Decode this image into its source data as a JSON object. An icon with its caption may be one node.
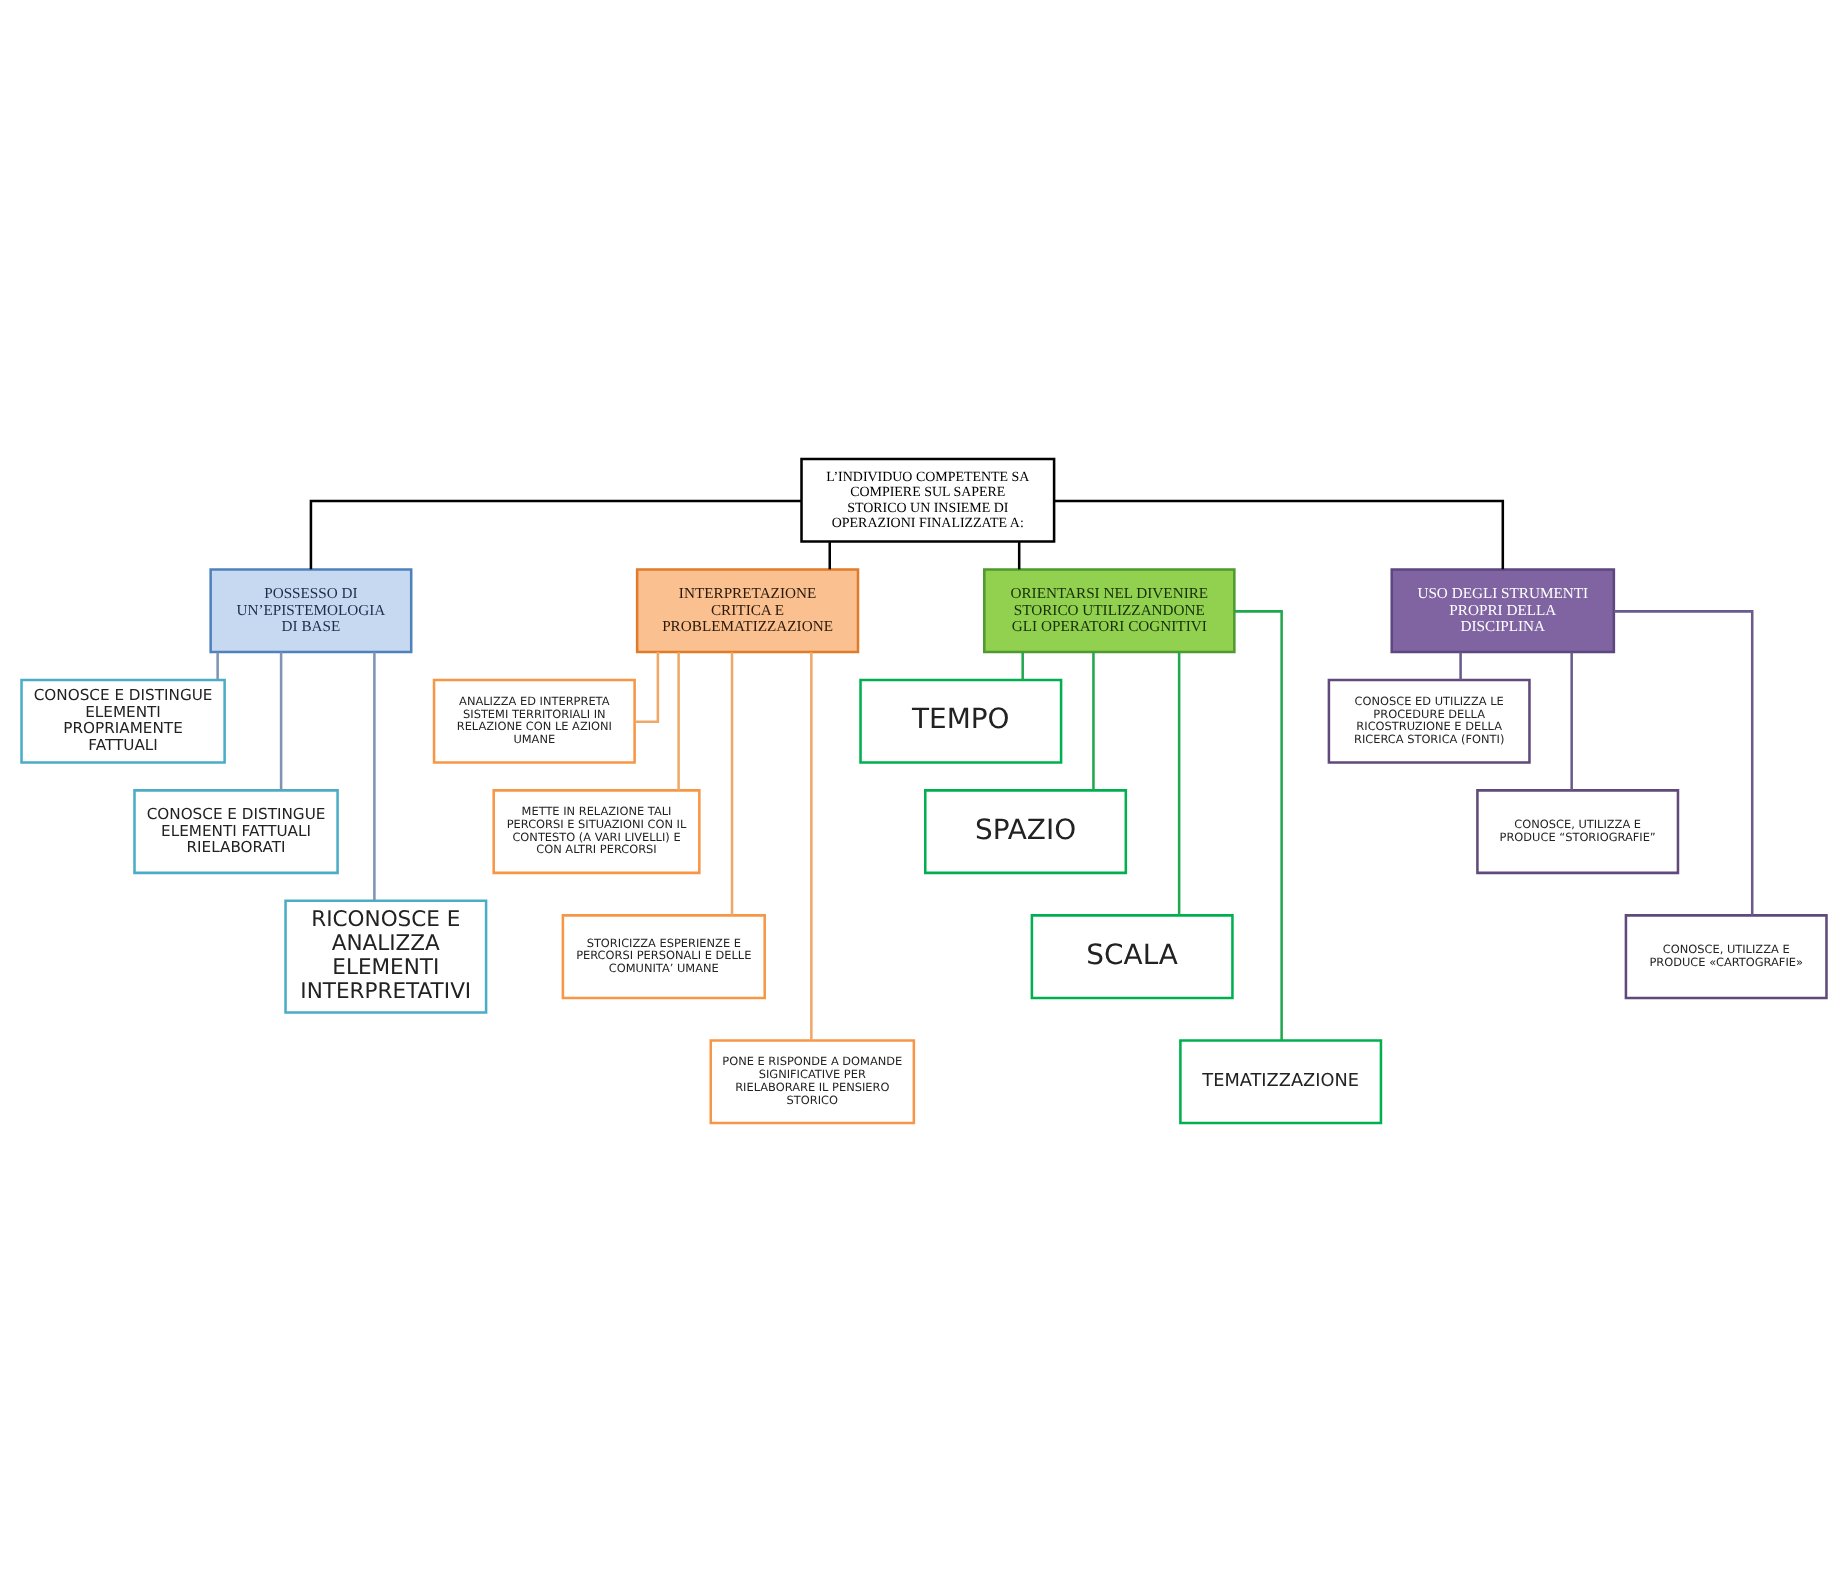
{
  "diagram": {
    "nodes": [
      {
        "text": [
          "L’INDIVIDUO COMPETENTE SA COMPIERE SUL SAPERE STORICO UN INSIEME DI OPERAZIONI FINALIZZATE A:"
        ]
      },
      {
        "text": [
          "POSSESSO DI UN’EPISTEMOLOGIA DI BASE"
        ]
      },
      {
        "text": [
          "INTERPRETAZIONE CRITICA E PROBLEMATIZZAZIONE"
        ]
      },
      {
        "text": [
          "ORIENTARSI NEL DIVENIRE STORICO UTILIZZANDONE GLI OPERATORI COGNITIVI"
        ]
      },
      {
        "text": [
          "USO DEGLI STRUMENTI PROPRI DELLA DISCIPLINA"
        ]
      },
      {
        "text": [
          "CONOSCE E DISTINGUE ELEMENTI PROPRIAMENTE FATTUALI"
        ]
      },
      {
        "text": [
          "CONOSCE E DISTINGUE ELEMENTI FATTUALI RIELABORATI"
        ]
      },
      {
        "text": [
          "RICONOSCE E ANALIZZA ELEMENTI INTERPRETATIVI"
        ]
      },
      {
        "text": [
          "ANALIZZA ED INTERPRETA SISTEMI TERRITORIALI IN RELAZIONE CON LE AZIONI UMANE"
        ]
      },
      {
        "text": [
          "METTE IN RELAZIONE TALI PERCORSI E SITUAZIONI CON IL CONTESTO (A VARI LIVELLI) E CON ALTRI PERCORSI"
        ]
      },
      {
        "text": [
          "STORICIZZA ESPERIENZE E PERCORSI PERSONALI E DELLE COMUNITA’ UMANE"
        ]
      },
      {
        "text": [
          "PONE E RISPONDE A DOMANDE SIGNIFICATIVE PER RIELABORARE IL PENSIERO STORICO"
        ]
      },
      {
        "text": [
          "TEMPO"
        ]
      },
      {
        "text": [
          "SPAZIO"
        ]
      },
      {
        "text": [
          "SCALA"
        ]
      },
      {
        "text": [
          "TEMATIZZAZIONE"
        ]
      },
      {
        "text": [
          "CONOSCE ED UTILIZZA LE PROCEDURE DELLA RICOSTRUZIONE E DELLA RICERCA STORICA (FONTI)"
        ]
      },
      {
        "text": [
          "CONOSCE, UTILIZZA E PRODUCE “STORIOGRAFIE”"
        ]
      },
      {
        "text": [
          "CONOSCE, UTILIZZA E PRODUCE «CARTOGRAFIE»"
        ]
      }
    ],
    "edges": [
      {
        "from": 0,
        "to": 1,
        "arrow": "none"
      },
      {
        "from": 0,
        "to": 2,
        "arrow": "none"
      },
      {
        "from": 0,
        "to": 3,
        "arrow": "none"
      },
      {
        "from": 0,
        "to": 4,
        "arrow": "none"
      },
      {
        "from": 1,
        "to": 5,
        "arrow": "none",
        "color": "#7f93b5"
      },
      {
        "from": 1,
        "to": 6,
        "arrow": "none",
        "color": "#7f93b5"
      },
      {
        "from": 1,
        "to": 7,
        "arrow": "none",
        "color": "#7f93b5"
      },
      {
        "from": 2,
        "to": 8,
        "arrow": "none",
        "color": "#f0a868"
      },
      {
        "from": 2,
        "to": 9,
        "arrow": "none",
        "color": "#f0a868"
      },
      {
        "from": 2,
        "to": 10,
        "arrow": "none",
        "color": "#f0a868"
      },
      {
        "from": 2,
        "to": 11,
        "arrow": "none",
        "color": "#f0a868"
      },
      {
        "from": 3,
        "to": 12,
        "arrow": "none",
        "color": "#21a84e"
      },
      {
        "from": 3,
        "to": 13,
        "arrow": "none",
        "color": "#21a84e"
      },
      {
        "from": 3,
        "to": 14,
        "arrow": "none",
        "color": "#21a84e"
      },
      {
        "from": 3,
        "to": 15,
        "arrow": "none",
        "color": "#21a84e"
      },
      {
        "from": 4,
        "to": 16,
        "arrow": "none",
        "color": "#6b5a8e"
      },
      {
        "from": 4,
        "to": 17,
        "arrow": "none",
        "color": "#6b5a8e"
      },
      {
        "from": 4,
        "to": 18,
        "arrow": "none",
        "color": "#6b5a8e"
      }
    ]
  }
}
